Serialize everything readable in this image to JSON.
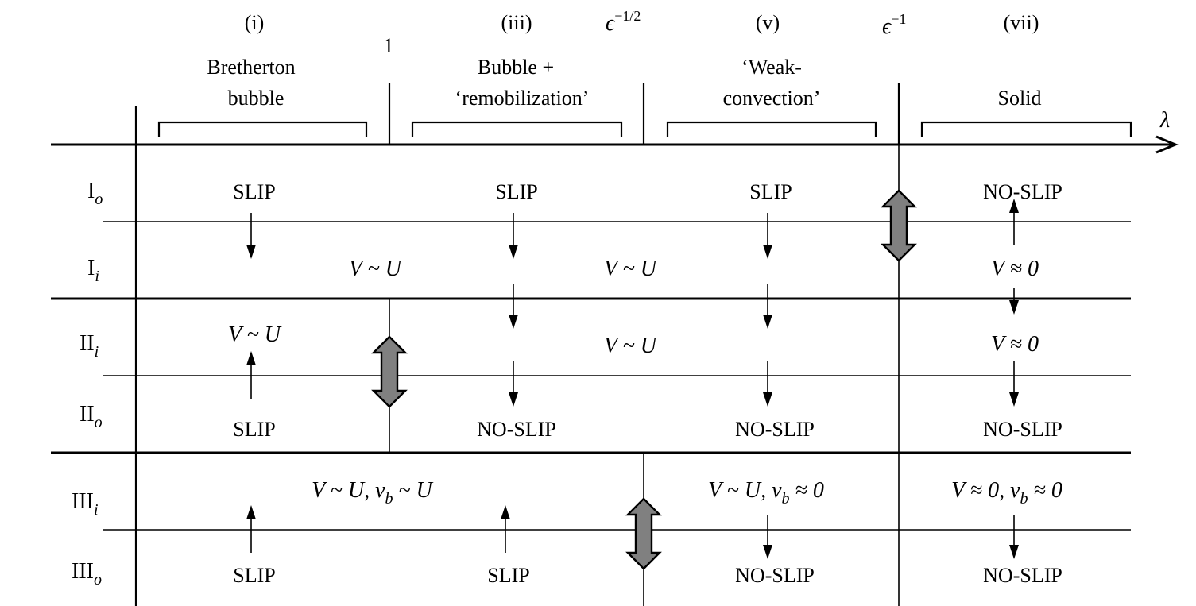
{
  "axis_label": "λ",
  "thresholds": [
    {
      "base": "1",
      "exponent": ""
    },
    {
      "base": "ϵ",
      "exponent": "−1/2"
    },
    {
      "base": "ϵ",
      "exponent": "−1"
    }
  ],
  "regimes": [
    {
      "numeral": "(i)",
      "lines": [
        "Bretherton",
        "bubble"
      ]
    },
    {
      "numeral": "(iii)",
      "lines": [
        "Bubble +",
        "‘remobilization’"
      ]
    },
    {
      "numeral": "(v)",
      "lines": [
        "‘Weak-",
        "convection’"
      ]
    },
    {
      "numeral": "(vii)",
      "lines": [
        "Solid"
      ]
    }
  ],
  "rows": [
    {
      "base": "I",
      "sub": "o"
    },
    {
      "base": "I",
      "sub": "i"
    },
    {
      "base": "II",
      "sub": "i"
    },
    {
      "base": "II",
      "sub": "o"
    },
    {
      "base": "III",
      "sub": "i"
    },
    {
      "base": "III",
      "sub": "o"
    }
  ],
  "cells": {
    "slip": "SLIP",
    "noslip": "NO-SLIP"
  },
  "relations": {
    "v_sim_u": "V ~ U",
    "v_approx_0": "V ≈ 0",
    "iii_bubble": [
      "V ~ U, ",
      "v",
      "b",
      " ~ U"
    ],
    "iii_weak": [
      "V ~ U, ",
      "v",
      "b",
      " ≈ 0"
    ],
    "iii_solid": [
      "V ≈ 0, ",
      "v",
      "b",
      " ≈ 0"
    ]
  },
  "colors": {
    "double_arrow_fill": "#808080",
    "lines": "#000000"
  }
}
